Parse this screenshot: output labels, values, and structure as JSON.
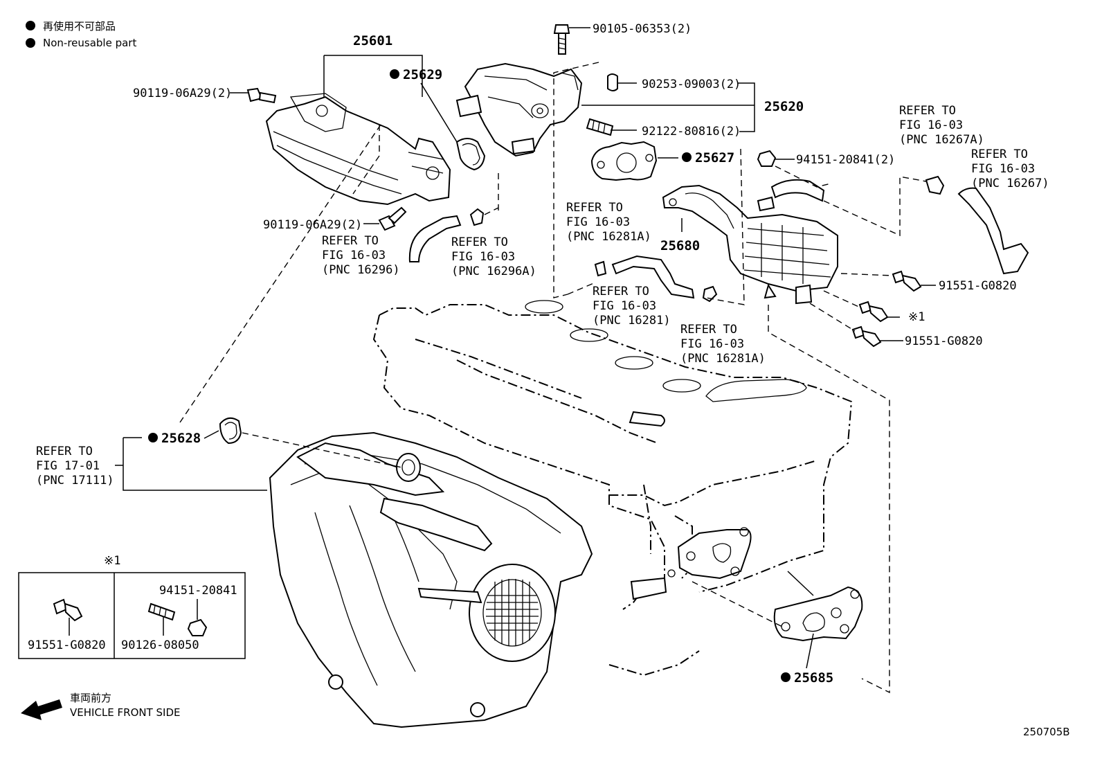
{
  "legend": {
    "line1": "再使用不可部品",
    "line2": "Non-reusable part"
  },
  "callouts": {
    "c25601": "25601",
    "c25629": "25629",
    "c90105": "90105-06353(2)",
    "c90253": "90253-09003(2)",
    "c25620": "25620",
    "c92122": "92122-80816(2)",
    "c25627": "25627",
    "c94151a": "94151-20841(2)",
    "c90119a": "90119-06A29(2)",
    "c90119b": "90119-06A29(2)",
    "c25680": "25680",
    "c91551a": "91551-G0820",
    "c91551b": "91551-G0820",
    "c_note": "※1",
    "c25628": "25628",
    "c25685": "25685"
  },
  "refers": {
    "r16296": {
      "l1": "REFER TO",
      "l2": "FIG 16-03",
      "l3": "(PNC 16296)"
    },
    "r16296a": {
      "l1": "REFER TO",
      "l2": "FIG 16-03",
      "l3": "(PNC 16296A)"
    },
    "r16281a_top": {
      "l1": "REFER TO",
      "l2": "FIG 16-03",
      "l3": "(PNC 16281A)"
    },
    "r16281": {
      "l1": "REFER TO",
      "l2": "FIG 16-03",
      "l3": "(PNC 16281)"
    },
    "r16281a_bot": {
      "l1": "REFER TO",
      "l2": "FIG 16-03",
      "l3": "(PNC 16281A)"
    },
    "r16267a": {
      "l1": "REFER TO",
      "l2": "FIG 16-03",
      "l3": "(PNC 16267A)"
    },
    "r16267": {
      "l1": "REFER TO",
      "l2": "FIG 16-03",
      "l3": "(PNC 16267)"
    },
    "r17111": {
      "l1": "REFER TO",
      "l2": "FIG 17-01",
      "l3": "(PNC 17111)"
    }
  },
  "inset": {
    "note": "※1",
    "p91551": "91551-G0820",
    "p94151": "94151-20841",
    "p90126": "90126-08050"
  },
  "direction": {
    "line1": "車両前方",
    "line2": "VEHICLE FRONT SIDE"
  },
  "figure_id": "250705B"
}
